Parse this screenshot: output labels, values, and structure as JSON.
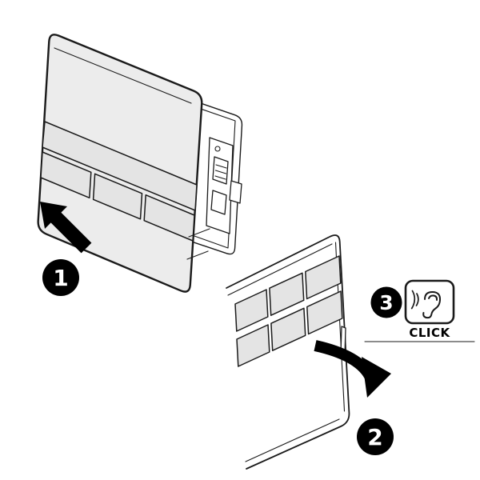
{
  "diagram": {
    "background_color": "#ffffff",
    "line_color": "#1a1a1a",
    "panel_fill_color": "#ececec",
    "button_fill_color": "#e4e4e4",
    "badge": {
      "fill_color": "#000000",
      "text_color": "#ffffff"
    },
    "steps": [
      {
        "number": "1",
        "indicator": "arrow-up-left-icon"
      },
      {
        "number": "2",
        "indicator": "curved-arrow-icon"
      },
      {
        "number": "3",
        "indicator": "ear-sound-icon",
        "label": "CLICK"
      }
    ]
  }
}
